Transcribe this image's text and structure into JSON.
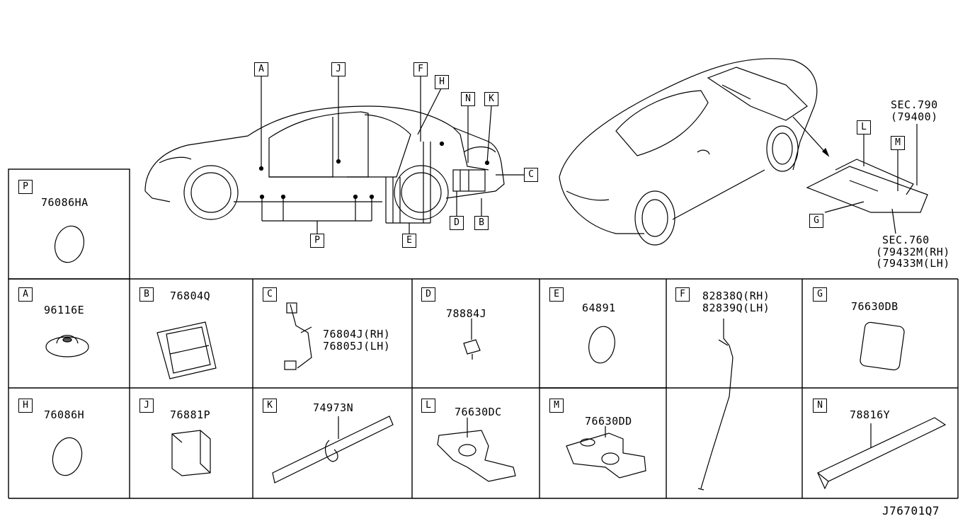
{
  "diagram_id": "J76701Q7",
  "overview": {
    "callouts": [
      "A",
      "J",
      "F",
      "H",
      "N",
      "K",
      "C",
      "P",
      "E",
      "D",
      "B",
      "L",
      "M",
      "G"
    ],
    "sections": [
      {
        "line1": "SEC.790",
        "line2": "(79400)"
      },
      {
        "line1": "SEC.760",
        "line2": "(79432M(RH)",
        "line3": "(79433M(LH)"
      }
    ]
  },
  "parts": [
    {
      "letter": "P",
      "numbers": [
        "76086HA"
      ]
    },
    {
      "letter": "A",
      "numbers": [
        "96116E"
      ]
    },
    {
      "letter": "B",
      "numbers": [
        "76804Q"
      ]
    },
    {
      "letter": "C",
      "numbers": [
        "76804J(RH)",
        "76805J(LH)"
      ]
    },
    {
      "letter": "D",
      "numbers": [
        "78884J"
      ]
    },
    {
      "letter": "E",
      "numbers": [
        "64891"
      ]
    },
    {
      "letter": "F",
      "numbers": [
        "82838Q(RH)",
        "82839Q(LH)"
      ]
    },
    {
      "letter": "G",
      "numbers": [
        "76630DB"
      ]
    },
    {
      "letter": "H",
      "numbers": [
        "76086H"
      ]
    },
    {
      "letter": "J",
      "numbers": [
        "76881P"
      ]
    },
    {
      "letter": "K",
      "numbers": [
        "74973N"
      ]
    },
    {
      "letter": "L",
      "numbers": [
        "76630DC"
      ]
    },
    {
      "letter": "M",
      "numbers": [
        "76630DD"
      ]
    },
    {
      "letter": "N",
      "numbers": [
        "78816Y"
      ]
    }
  ]
}
